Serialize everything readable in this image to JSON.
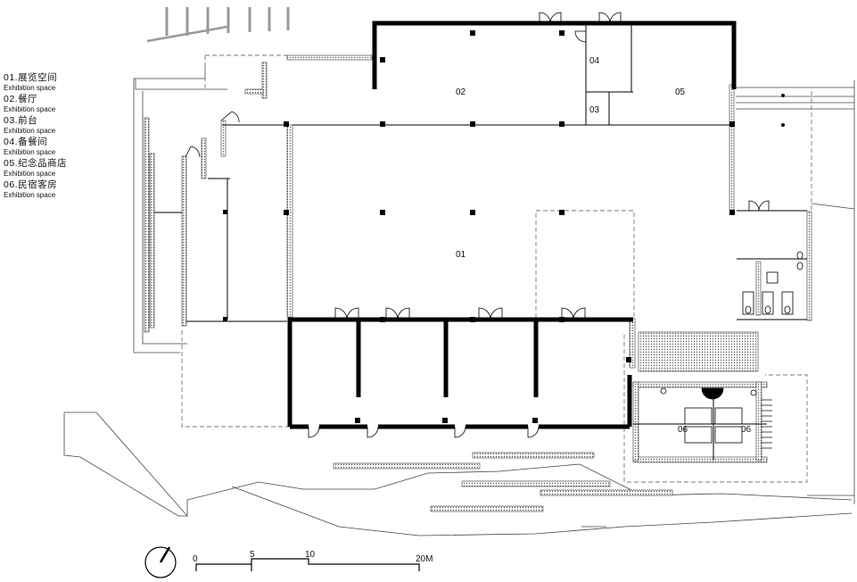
{
  "legend": [
    {
      "cn": "01.展览空间",
      "en": "Exhibition space"
    },
    {
      "cn": "02.餐厅",
      "en": "Exhibition space"
    },
    {
      "cn": "03.前台",
      "en": "Exhibition space"
    },
    {
      "cn": "04.备餐间",
      "en": "Exhibition space"
    },
    {
      "cn": "05.纪念品商店",
      "en": "Exhibition space"
    },
    {
      "cn": "06.民宿客房",
      "en": "Exhibition space"
    }
  ],
  "rooms": {
    "r01": "01",
    "r02": "02",
    "r03": "03",
    "r04": "04",
    "r05": "05",
    "r06a": "06",
    "r06b": "06"
  },
  "scale": {
    "t0": "0",
    "t5": "5",
    "t10": "10",
    "t20": "20M"
  }
}
